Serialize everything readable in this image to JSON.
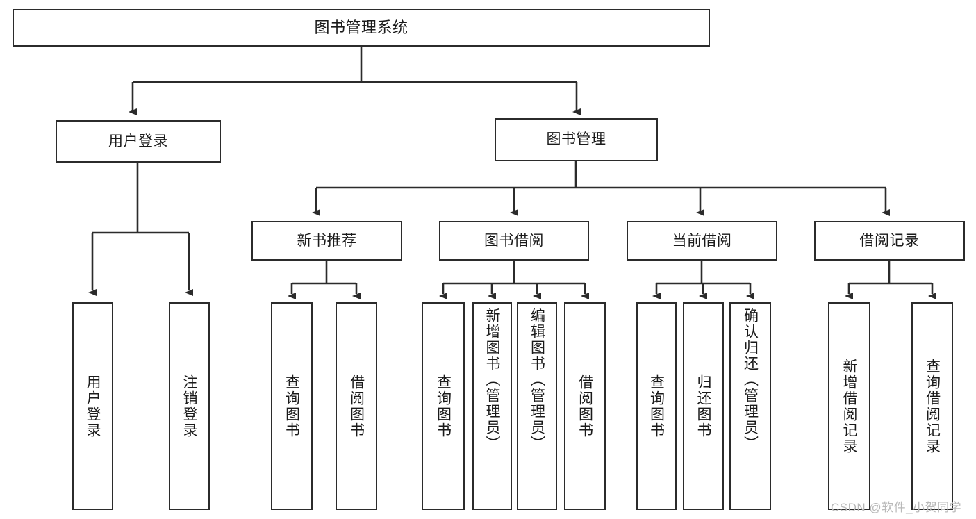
{
  "diagram": {
    "type": "tree-hierarchy",
    "title": "图书管理系统",
    "root": {
      "label": "图书管理系统"
    },
    "level2": [
      {
        "label": "用户登录"
      },
      {
        "label": "图书管理"
      }
    ],
    "level3": [
      {
        "label": "新书推荐"
      },
      {
        "label": "图书借阅"
      },
      {
        "label": "当前借阅"
      },
      {
        "label": "借阅记录"
      }
    ],
    "leaves": {
      "user_login": [
        {
          "label": "用户登录"
        },
        {
          "label": "注销登录"
        }
      ],
      "new_book_recommend": [
        {
          "label": "查询图书"
        },
        {
          "label": "借阅图书"
        }
      ],
      "book_borrow": [
        {
          "label": "查询图书"
        },
        {
          "label": "新增图书（管理员）"
        },
        {
          "label": "编辑图书（管理员）"
        },
        {
          "label": "借阅图书"
        }
      ],
      "current_borrow": [
        {
          "label": "查询图书"
        },
        {
          "label": "归还图书"
        },
        {
          "label": "确认归还（管理员）"
        }
      ],
      "borrow_record": [
        {
          "label": "新增借阅记录"
        },
        {
          "label": "查询借阅记录"
        }
      ]
    }
  },
  "watermark": {
    "text": "CSDN @软件_小贺同学"
  },
  "colors": {
    "stroke": "#2b2b2b",
    "fill": "#ffffff",
    "text": "#1a1a1a",
    "watermark": "#b9b9b9"
  }
}
